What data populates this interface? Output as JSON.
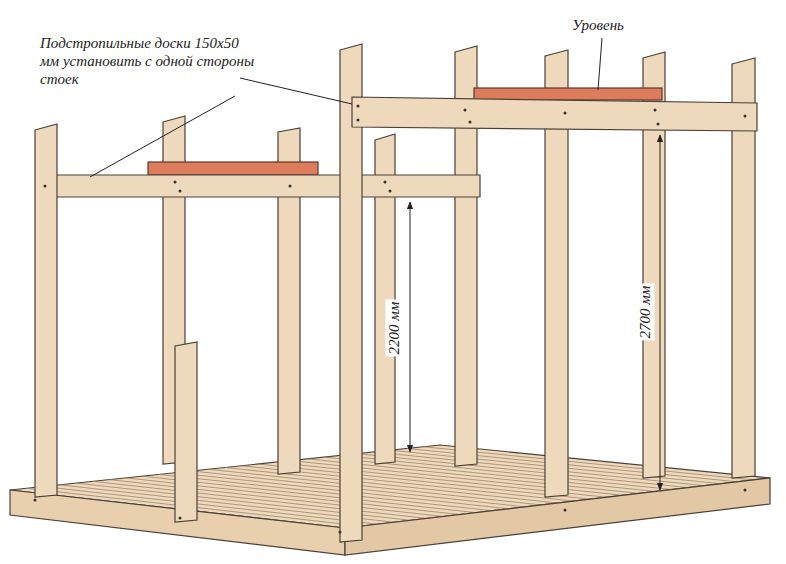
{
  "diagram": {
    "labels": [
      "Подстропильные доски 150х50 мм установить с одной стороны стоек",
      "Уровень",
      "2200 мм",
      "2700 мм"
    ]
  }
}
